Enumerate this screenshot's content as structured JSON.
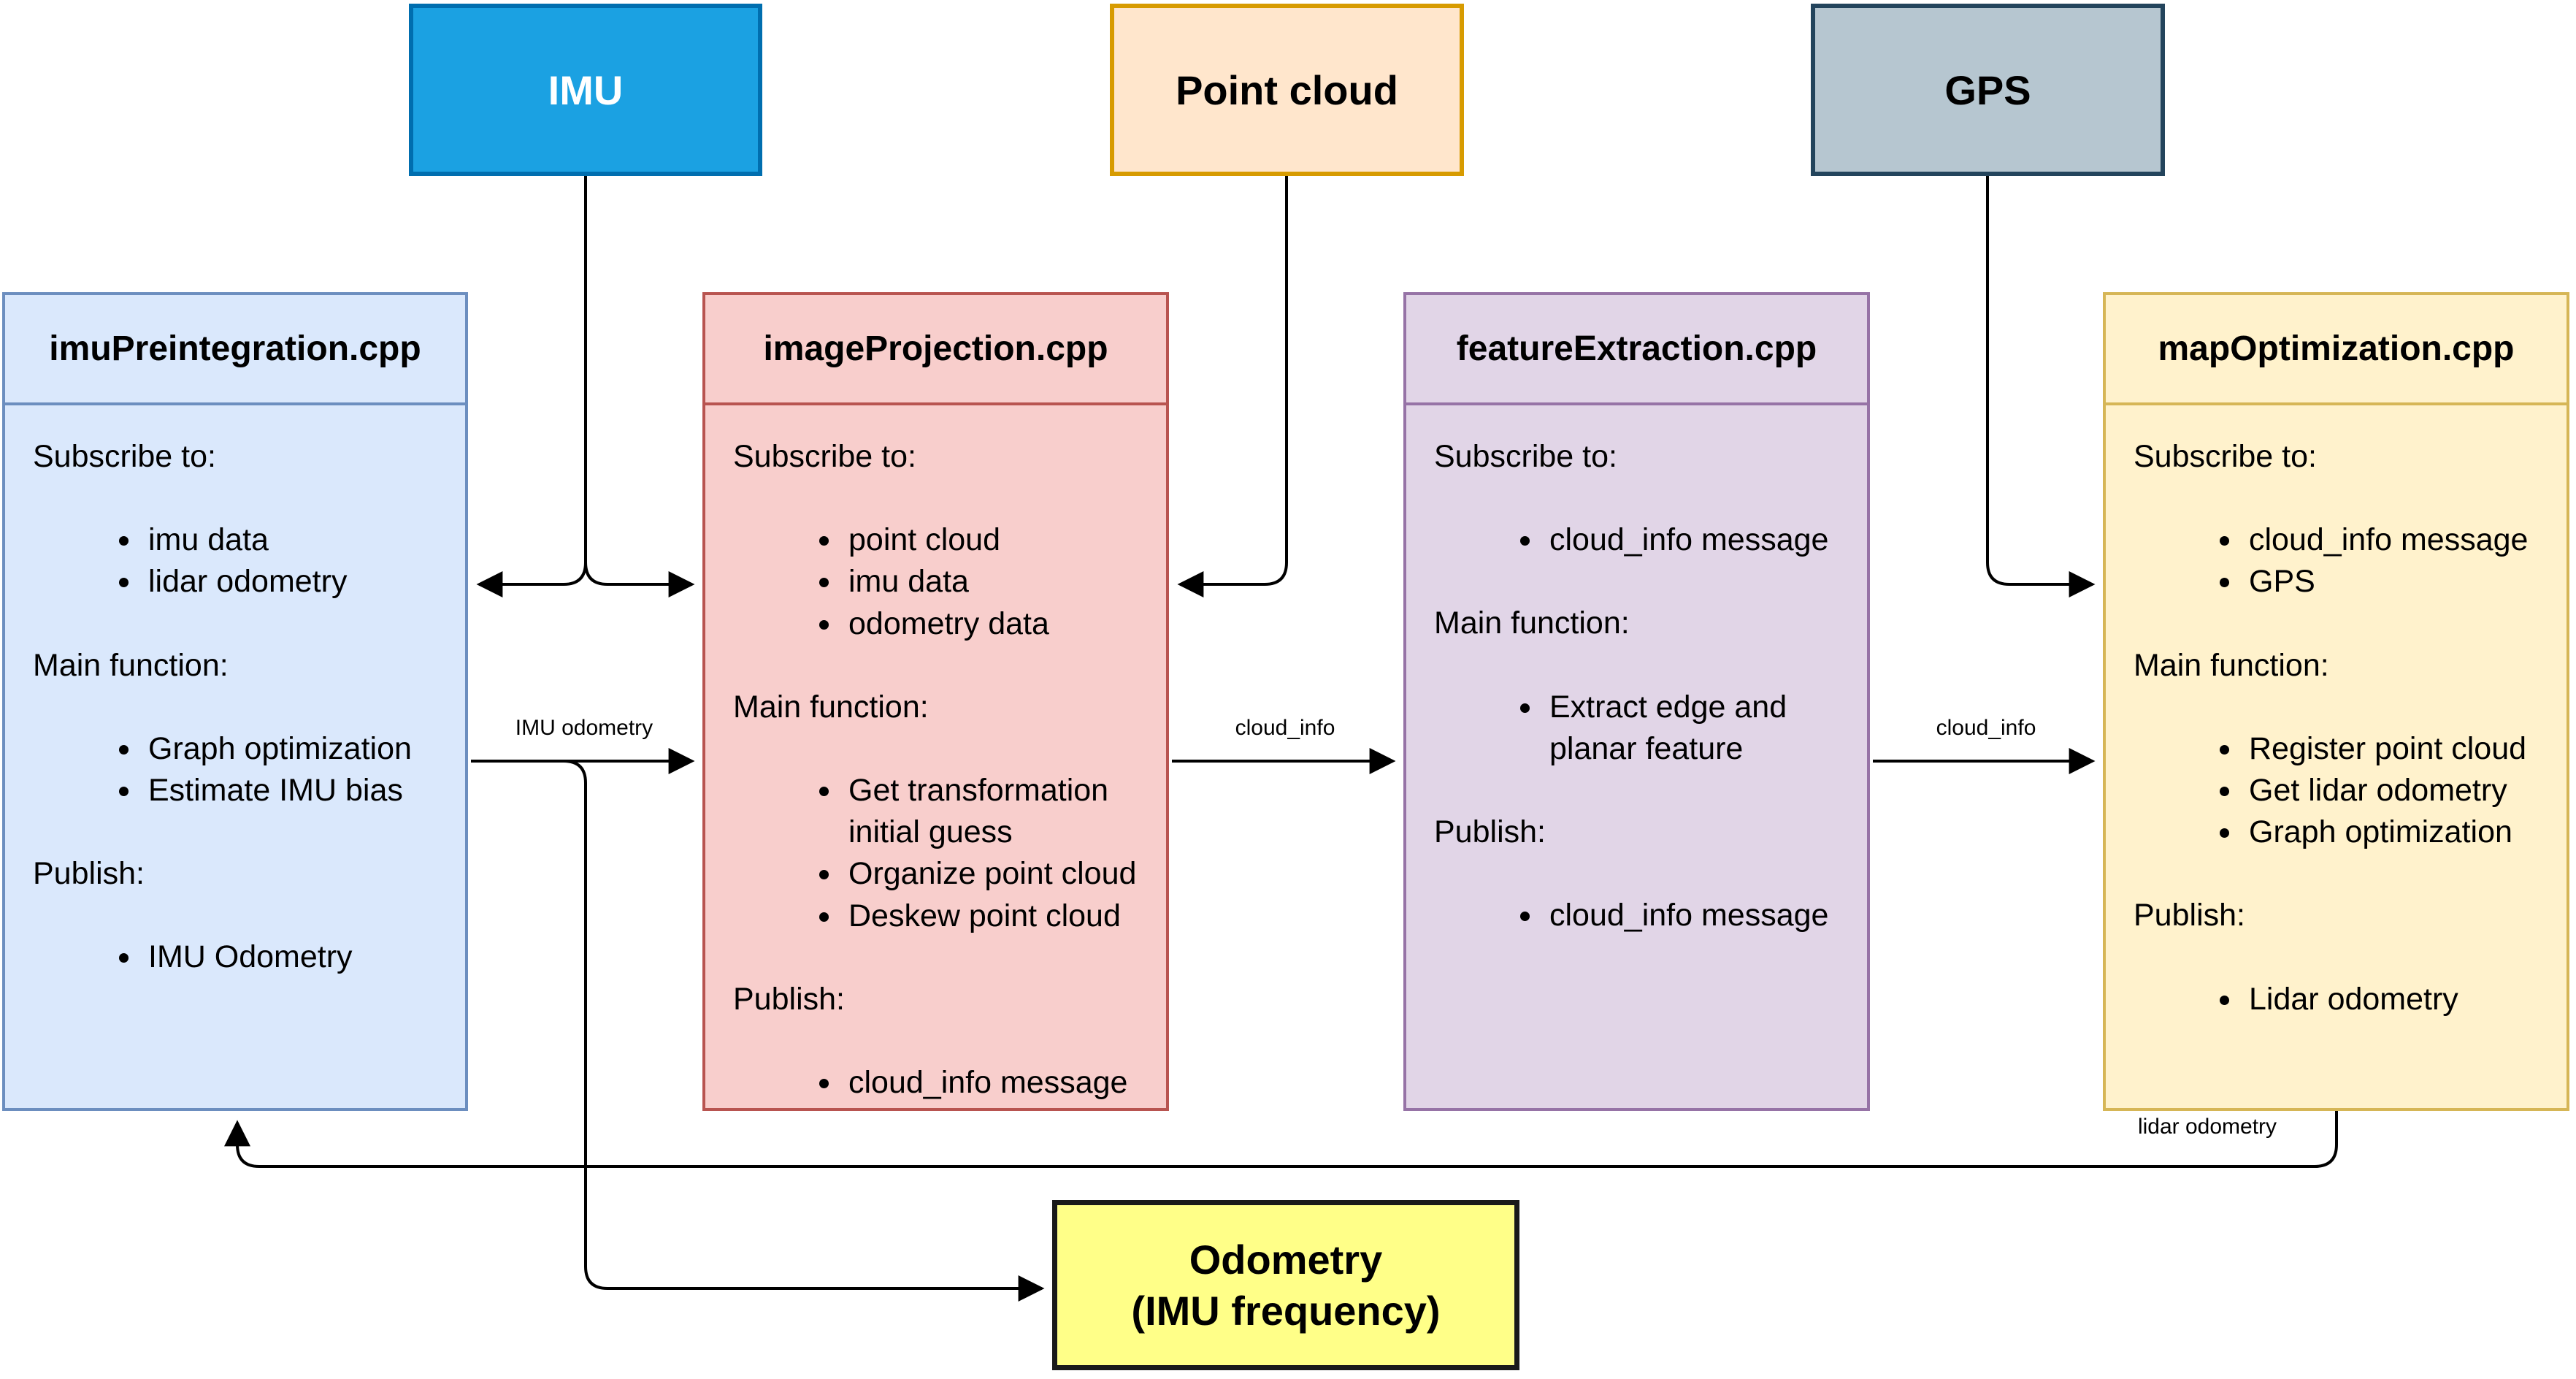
{
  "sources": [
    {
      "label": "IMU",
      "fill": "#1ba1e2",
      "border": "#006eaf",
      "text_color": "#ffffff"
    },
    {
      "label": "Point cloud",
      "fill": "#ffe6cc",
      "border": "#d79b00",
      "text_color": "#000000"
    },
    {
      "label": "GPS",
      "fill": "#b6c6d0",
      "border": "#23445c",
      "text_color": "#000000"
    }
  ],
  "modules": [
    {
      "title": "imuPreintegration.cpp",
      "fill": "#dae8fc",
      "border": "#6c8ebf",
      "sections": [
        {
          "heading": "Subscribe to:",
          "items": [
            "imu data",
            "lidar odometry"
          ]
        },
        {
          "heading": "Main function:",
          "items": [
            "Graph optimization",
            "Estimate IMU bias"
          ]
        },
        {
          "heading": "Publish:",
          "items": [
            "IMU Odometry"
          ]
        }
      ]
    },
    {
      "title": "imageProjection.cpp",
      "fill": "#f8cecc",
      "border": "#b85450",
      "sections": [
        {
          "heading": "Subscribe to:",
          "items": [
            "point cloud",
            "imu data",
            "odometry data"
          ]
        },
        {
          "heading": "Main function:",
          "items": [
            "Get transformation initial guess",
            "Organize point cloud",
            "Deskew point cloud"
          ]
        },
        {
          "heading": "Publish:",
          "items": [
            "cloud_info message"
          ]
        }
      ]
    },
    {
      "title": "featureExtraction.cpp",
      "fill": "#e1d5e7",
      "border": "#9673a6",
      "sections": [
        {
          "heading": "Subscribe to:",
          "items": [
            "cloud_info message"
          ]
        },
        {
          "heading": "Main function:",
          "items": [
            "Extract edge and planar feature"
          ]
        },
        {
          "heading": "Publish:",
          "items": [
            "cloud_info message"
          ]
        }
      ]
    },
    {
      "title": "mapOptimization.cpp",
      "fill": "#fff2cc",
      "border": "#d6b656",
      "sections": [
        {
          "heading": "Subscribe to:",
          "items": [
            "cloud_info message",
            "GPS"
          ]
        },
        {
          "heading": "Main function:",
          "items": [
            "Register point cloud",
            "Get lidar odometry",
            "Graph optimization"
          ]
        },
        {
          "heading": "Publish:",
          "items": [
            "Lidar odometry"
          ]
        }
      ]
    }
  ],
  "output": {
    "line1": "Odometry",
    "line2": "(IMU frequency)",
    "fill": "#ffff88",
    "border": "#1a1a1a"
  },
  "edge_labels": {
    "imu_odometry": "IMU odometry",
    "cloud_info_1": "cloud_info",
    "cloud_info_2": "cloud_info",
    "lidar_odometry": "lidar odometry"
  },
  "edge_color": "#000000"
}
